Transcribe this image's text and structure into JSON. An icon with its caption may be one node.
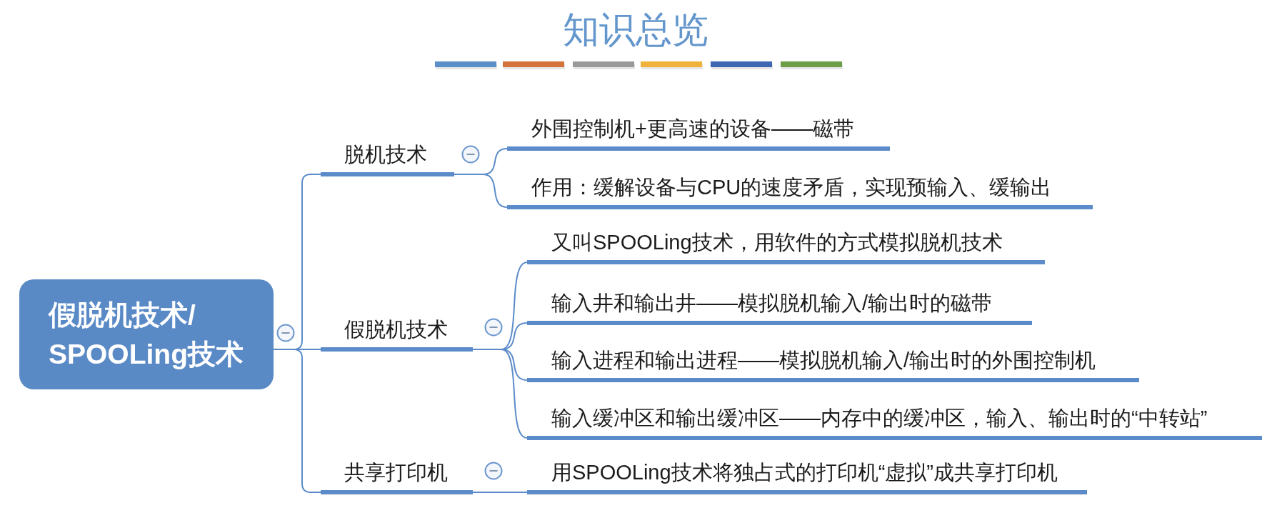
{
  "diagram": {
    "title": "知识总览",
    "nodes": [
      {
        "text": [
          "假脱机技术/ SPOOLing技术"
        ]
      },
      {
        "text": [
          "脱机技术"
        ]
      },
      {
        "text": [
          "外围控制机+更高速的设备——磁带"
        ]
      },
      {
        "text": [
          "作用：缓解设备与CPU的速度矛盾，实现预输入、缓输出"
        ]
      },
      {
        "text": [
          "假脱机技术"
        ]
      },
      {
        "text": [
          "又叫SPOOLing技术，用软件的方式模拟脱机技术"
        ]
      },
      {
        "text": [
          "输入井和输出井——模拟脱机输入/输出时的磁带"
        ]
      },
      {
        "text": [
          "输入进程和输出进程——模拟脱机输入/输出时的外围控制机"
        ]
      },
      {
        "text": [
          "输入缓冲区和输出缓冲区——内存中的缓冲区，输入、输出时的“中转站”"
        ]
      },
      {
        "text": [
          "共享打印机"
        ]
      },
      {
        "text": [
          "用SPOOLing技术将独占式的打印机“虚拟”成共享打印机"
        ]
      }
    ],
    "edges": [
      {
        "from": 0,
        "to": 1,
        "arrow": "none"
      },
      {
        "from": 0,
        "to": 4,
        "arrow": "none"
      },
      {
        "from": 0,
        "to": 9,
        "arrow": "none"
      },
      {
        "from": 1,
        "to": 2,
        "arrow": "none"
      },
      {
        "from": 1,
        "to": 3,
        "arrow": "none"
      },
      {
        "from": 4,
        "to": 5,
        "arrow": "none"
      },
      {
        "from": 4,
        "to": 6,
        "arrow": "none"
      },
      {
        "from": 4,
        "to": 7,
        "arrow": "none"
      },
      {
        "from": 4,
        "to": 8,
        "arrow": "none"
      },
      {
        "from": 9,
        "to": 10,
        "arrow": "none"
      }
    ]
  }
}
